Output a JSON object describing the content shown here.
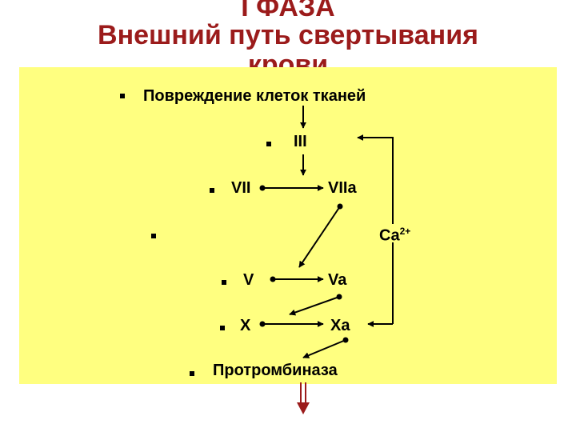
{
  "title": {
    "phase": "I ФАЗА",
    "line1": "Внешний путь свертывания",
    "line2": "крови"
  },
  "diagram": {
    "injury": "Повреждение клеток тканей",
    "factor_iii": "III",
    "factor_vii": "VII",
    "factor_viia": "VIIa",
    "calcium": "Ca",
    "calcium_charge": "2+",
    "factor_v": "V",
    "factor_va": "Va",
    "factor_x": "X",
    "factor_xa": "Xa",
    "prothrombinase": "Протромбиназа"
  },
  "colors": {
    "title": "#9b1b1b",
    "panel": "#ffff80",
    "arrow": "#000000",
    "output_arrow": "#9b1b1b"
  }
}
